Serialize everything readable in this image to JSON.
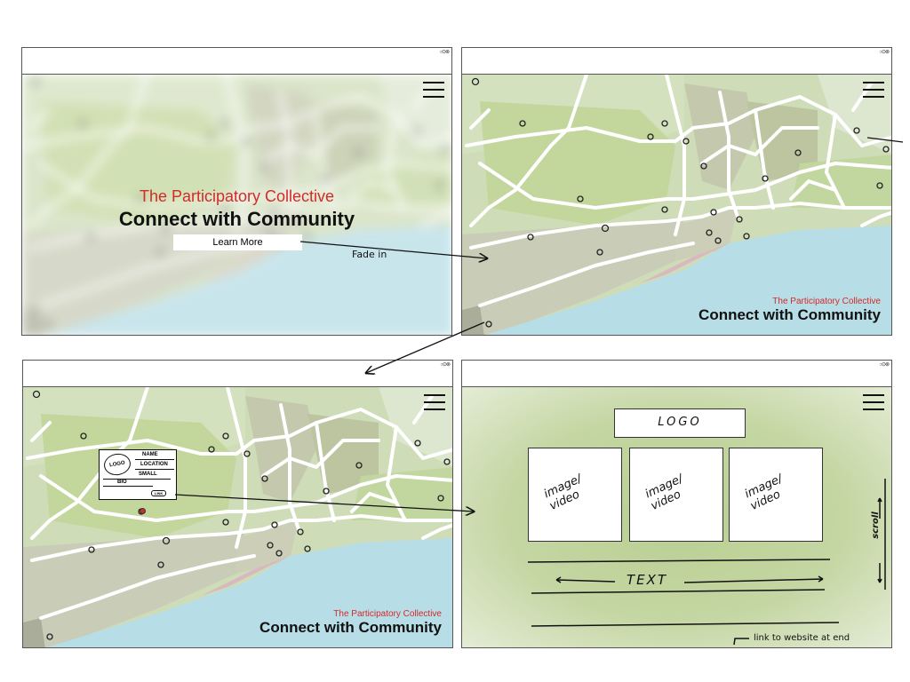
{
  "window_controls": "○⊙⊗",
  "panel1": {
    "subtitle": "The Participatory Collective",
    "title": "Connect with Community",
    "button": "Learn More"
  },
  "panel2": {
    "subtitle": "The Participatory Collective",
    "title": "Connect with Community"
  },
  "panel3": {
    "subtitle": "The Participatory Collective",
    "title": "Connect with Community",
    "card": {
      "logo": "LOGO",
      "name": "NAME",
      "location": "LOCATION",
      "small": "SMALL",
      "bio": "BIO",
      "link": "LINK"
    }
  },
  "panel4": {
    "logo": "LOGO",
    "media": [
      "image/ video",
      "image/ video",
      "image/ video"
    ],
    "text": "TEXT",
    "scroll": "scroll",
    "footer_note": "link to website at end"
  },
  "annotations": {
    "fade_in": "Fade in"
  },
  "colors": {
    "accent": "#d32a2a",
    "water": "#b7dde6",
    "land": "#c5d7a3"
  }
}
